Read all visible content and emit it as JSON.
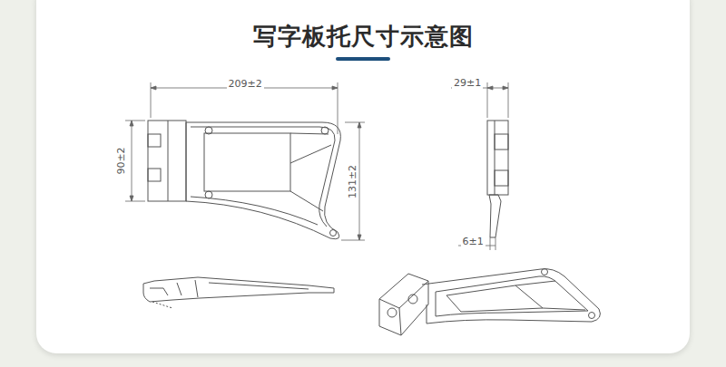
{
  "diagram": {
    "title": "写字板托尺寸示意图",
    "labels": [
      "209±2",
      "90±2",
      "131±2",
      "29±1",
      "6±1"
    ]
  }
}
